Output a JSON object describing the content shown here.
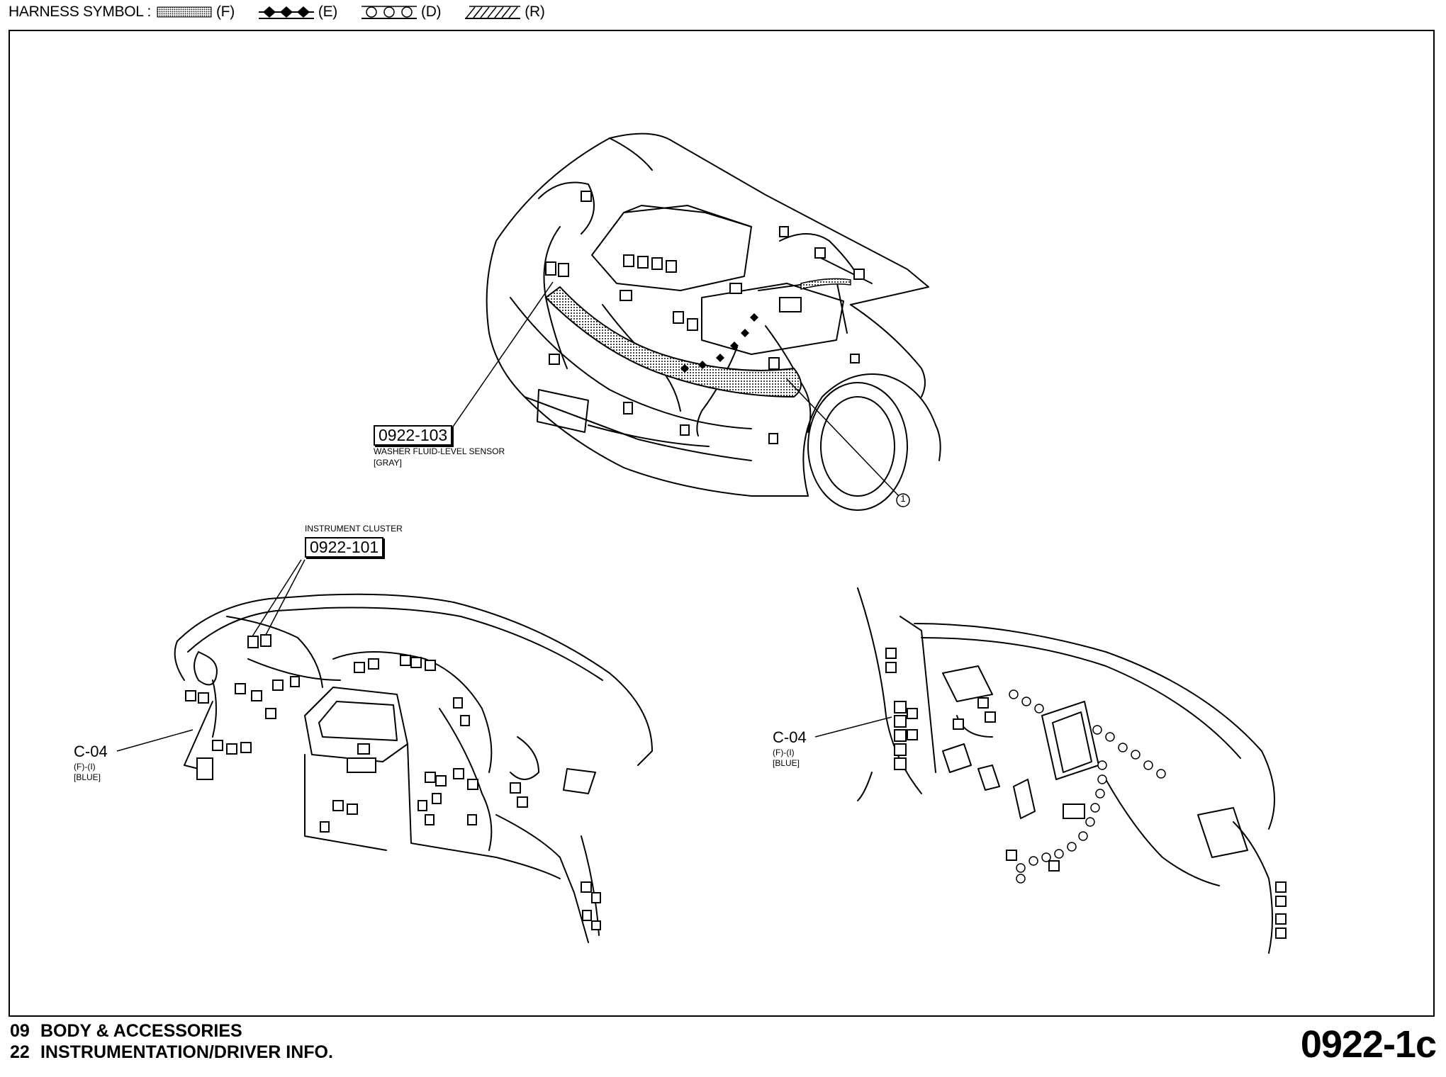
{
  "legend": {
    "label": "HARNESS SYMBOL :",
    "items": [
      {
        "icon": "dotted-fill-symbol-icon",
        "code": "(F)"
      },
      {
        "icon": "diamond-chain-symbol-icon",
        "code": "(E)"
      },
      {
        "icon": "circle-chain-symbol-icon",
        "code": "(D)"
      },
      {
        "icon": "hatch-symbol-icon",
        "code": "(R)"
      }
    ]
  },
  "callouts": {
    "washer": {
      "code": "0922-103",
      "line1": "WASHER FLUID-LEVEL SENSOR",
      "line2": "[GRAY]"
    },
    "cluster": {
      "title": "INSTRUMENT CLUSTER",
      "code": "0922-101"
    },
    "harness_marker": "1",
    "c04_left": {
      "code": "C-04",
      "line1": "(F)-(I)",
      "line2": "[BLUE]"
    },
    "c04_right": {
      "code": "C-04",
      "line1": "(F)-(I)",
      "line2": "[BLUE]"
    }
  },
  "footer": {
    "section_num": "09",
    "section": "BODY & ACCESSORIES",
    "sub_num": "22",
    "subsection": "INSTRUMENTATION/DRIVER INFO.",
    "page_code": "0922-1c"
  }
}
